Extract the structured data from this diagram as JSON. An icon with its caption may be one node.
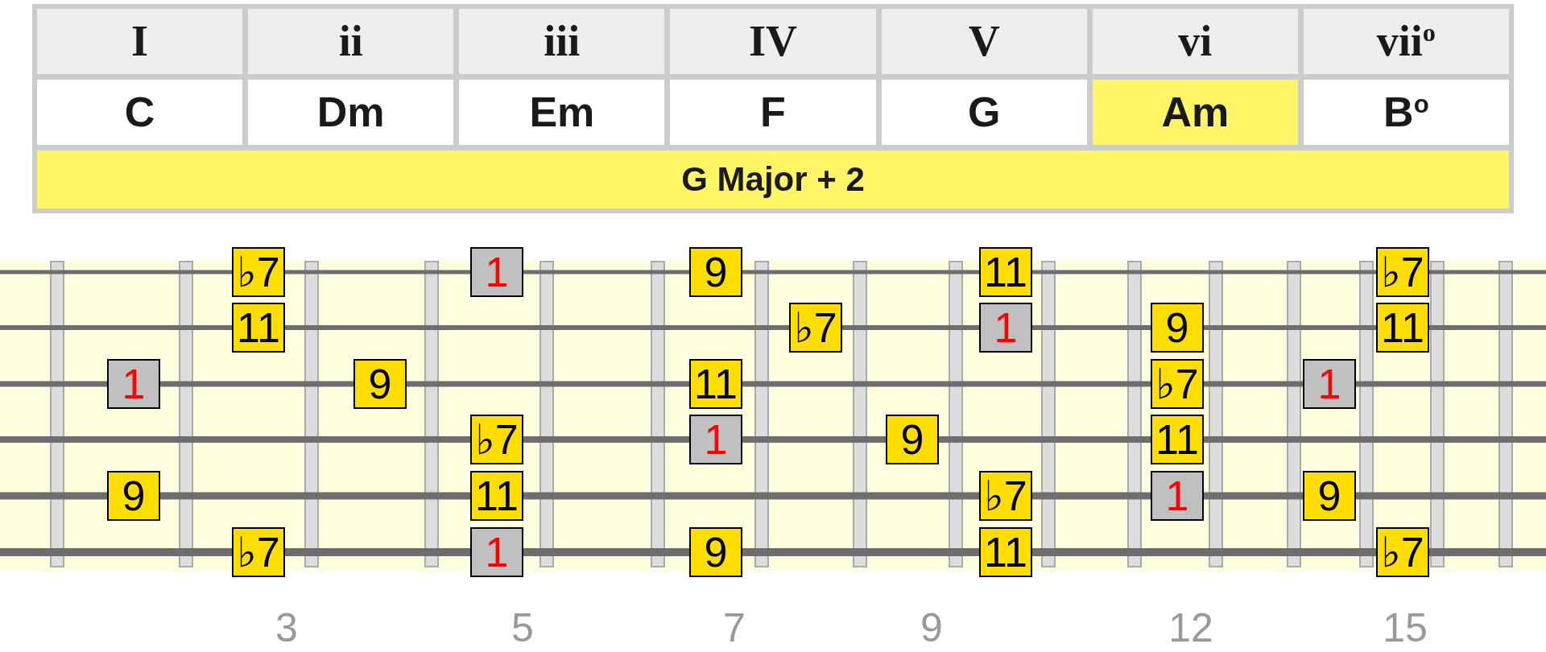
{
  "diagram": {
    "nodes": [
      {
        "text": [
          "♭7"
        ]
      },
      {
        "text": [
          "1"
        ]
      },
      {
        "text": [
          "9"
        ]
      },
      {
        "text": [
          "11"
        ]
      },
      {
        "text": [
          "♭7"
        ]
      },
      {
        "text": [
          "11"
        ]
      },
      {
        "text": [
          "♭7"
        ]
      },
      {
        "text": [
          "1"
        ]
      },
      {
        "text": [
          "9"
        ]
      },
      {
        "text": [
          "11"
        ]
      },
      {
        "text": [
          "1"
        ]
      },
      {
        "text": [
          "9"
        ]
      },
      {
        "text": [
          "11"
        ]
      },
      {
        "text": [
          "♭7"
        ]
      },
      {
        "text": [
          "1"
        ]
      },
      {
        "text": [
          "♭7"
        ]
      },
      {
        "text": [
          "1"
        ]
      },
      {
        "text": [
          "9"
        ]
      },
      {
        "text": [
          "11"
        ]
      },
      {
        "text": [
          "9"
        ]
      },
      {
        "text": [
          "11"
        ]
      },
      {
        "text": [
          "♭7"
        ]
      },
      {
        "text": [
          "1"
        ]
      },
      {
        "text": [
          "9"
        ]
      },
      {
        "text": [
          "♭7"
        ]
      },
      {
        "text": [
          "1"
        ]
      },
      {
        "text": [
          "9"
        ]
      },
      {
        "text": [
          "11"
        ]
      },
      {
        "text": [
          "♭7"
        ]
      }
    ],
    "labels": [
      "I",
      "ii",
      "iii",
      "IV",
      "V",
      "vi",
      "vii$^{o}$",
      "C",
      "Dm",
      "Em",
      "F",
      "G",
      "Am",
      "B$^{o}$",
      "G Major + 2",
      "3",
      "5",
      "7",
      "9",
      "12",
      "15"
    ]
  }
}
